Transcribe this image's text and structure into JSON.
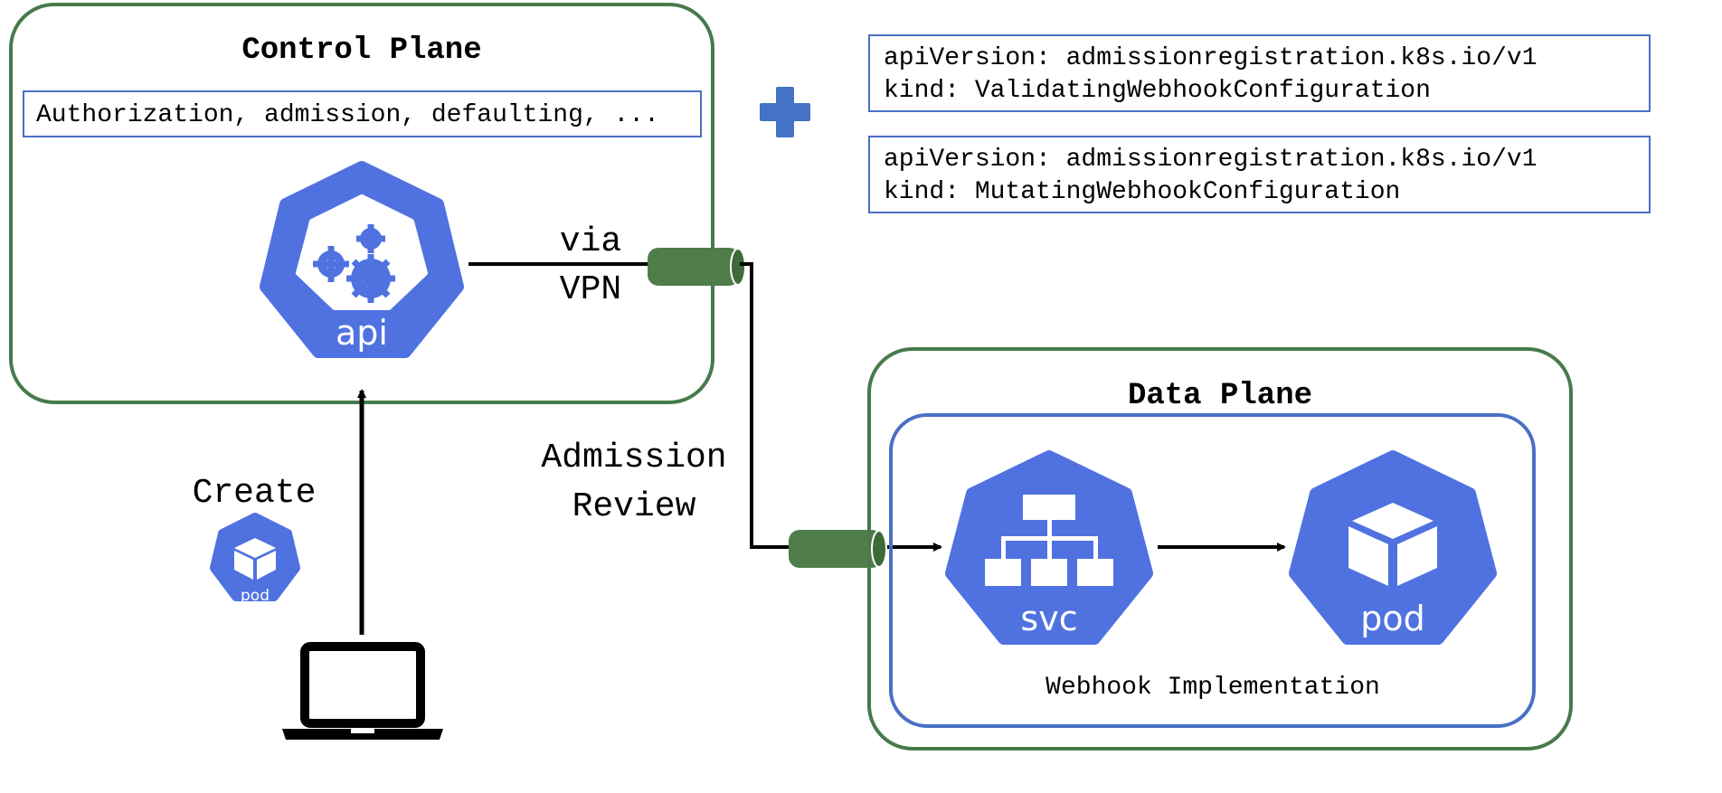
{
  "control_plane": {
    "title": "Control Plane",
    "admission_chain": "Authorization, admission, defaulting, ...",
    "api_icon_label": "api"
  },
  "vpn": {
    "line1": "via",
    "line2": "VPN"
  },
  "client": {
    "action_label": "Create",
    "pod_icon_label": "pod"
  },
  "admission_review": {
    "line1": "Admission",
    "line2": "Review"
  },
  "configs": [
    {
      "line1": "apiVersion: admissionregistration.k8s.io/v1",
      "line2": "kind: ValidatingWebhookConfiguration"
    },
    {
      "line1": "apiVersion: admissionregistration.k8s.io/v1",
      "line2": "kind: MutatingWebhookConfiguration"
    }
  ],
  "data_plane": {
    "title": "Data Plane",
    "svc_icon_label": "svc",
    "pod_icon_label": "pod",
    "caption": "Webhook Implementation"
  },
  "colors": {
    "frame_green": "#477a4b",
    "k8s_blue": "#4f72e0",
    "box_blue": "#4a70c4",
    "plus_blue": "#4472c4",
    "tunnel_green": "#4f7d49"
  }
}
